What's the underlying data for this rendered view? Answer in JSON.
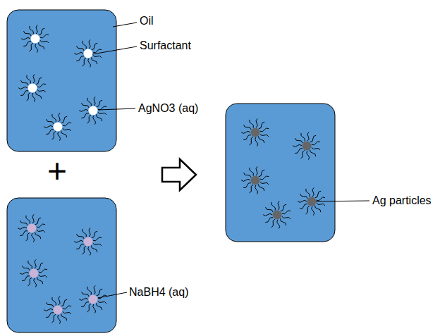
{
  "diagram": {
    "labels": [
      "Oil",
      "Surfactant",
      "AgNO3 (aq)",
      "NaBH4 (aq)",
      "Ag particles",
      "+"
    ]
  }
}
